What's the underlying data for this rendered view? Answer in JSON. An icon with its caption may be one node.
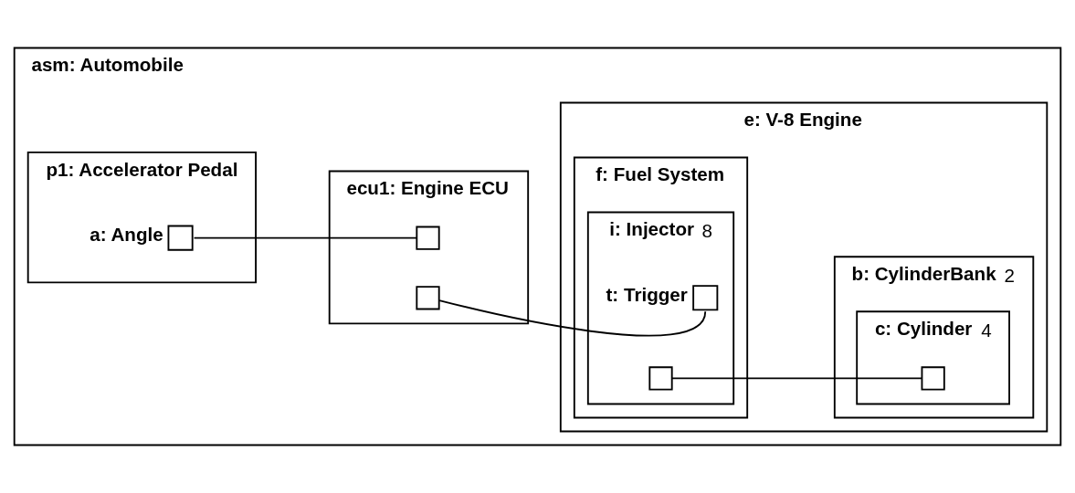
{
  "diagram": {
    "nodes": [
      {
        "text": [
          "asm: Automobile"
        ]
      },
      {
        "text": [
          "p1: Accelerator Pedal"
        ],
        "in": 0
      },
      {
        "text": [],
        "shape": "box",
        "in": 1,
        "beside": [
          "a: Angle"
        ]
      },
      {
        "text": [
          "ecu1: Engine ECU"
        ],
        "in": 0
      },
      {
        "text": [],
        "shape": "box",
        "in": 3
      },
      {
        "text": [],
        "shape": "box",
        "in": 3
      },
      {
        "text": [
          "e: V-8 Engine"
        ],
        "in": 0
      },
      {
        "text": [
          "f: Fuel System"
        ],
        "in": 6
      },
      {
        "text": [
          "i: Injector",
          "8"
        ],
        "in": 7
      },
      {
        "text": [],
        "shape": "box",
        "in": 8,
        "beside": [
          "t: Trigger"
        ]
      },
      {
        "text": [],
        "shape": "box",
        "in": 8
      },
      {
        "text": [
          "b: CylinderBank",
          "2"
        ],
        "in": 6
      },
      {
        "text": [
          "c: Cylinder",
          "4"
        ],
        "in": 11
      },
      {
        "text": [],
        "shape": "box",
        "in": 12
      }
    ],
    "edges": [
      {
        "from": 2,
        "to": 4,
        "arrow": "none"
      },
      {
        "from": 5,
        "to": 9,
        "arrow": "none"
      },
      {
        "from": 10,
        "to": 13,
        "arrow": "none"
      }
    ]
  }
}
